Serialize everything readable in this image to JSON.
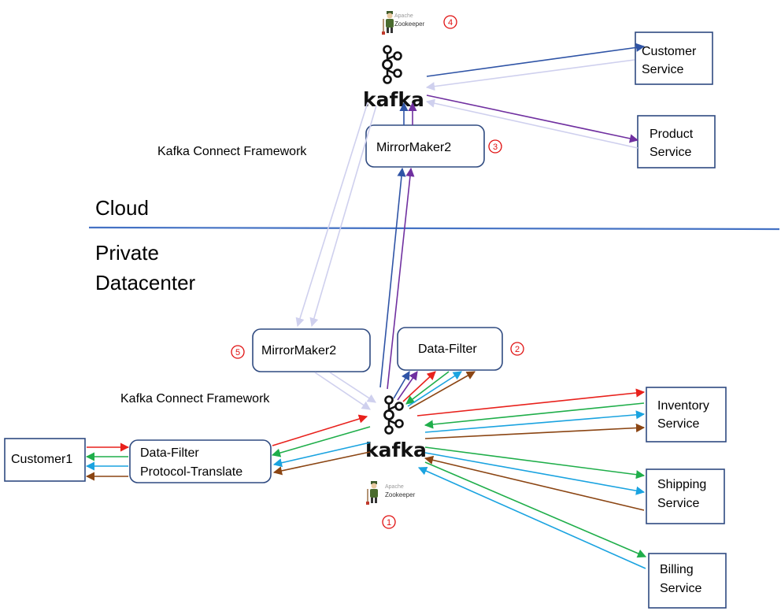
{
  "regions": {
    "cloud": "Cloud",
    "private_line1": "Private",
    "private_line2": "Datacenter"
  },
  "framework_labels": {
    "cloud": "Kafka Connect Framework",
    "private": "Kafka Connect Framework"
  },
  "kafka": {
    "cloud": "kafka",
    "private": "kafka"
  },
  "zookeeper": {
    "top": {
      "line1": "Apache",
      "line2": "Zookeeper"
    },
    "bottom": {
      "line1": "Apache",
      "line2": "Zookeeper"
    }
  },
  "boxes": {
    "mirrormaker_cloud": "MirrorMaker2",
    "mirrormaker_private": "MirrorMaker2",
    "data_filter_private": "Data-Filter",
    "gateway_line1": "Data-Filter",
    "gateway_line2": "Protocol-Translate",
    "customer1": "Customer1"
  },
  "services": {
    "customer": {
      "line1": "Customer",
      "line2": "Service"
    },
    "product": {
      "line1": "Product",
      "line2": "Service"
    },
    "inventory": {
      "line1": "Inventory",
      "line2": "Service"
    },
    "shipping": {
      "line1": "Shipping",
      "line2": "Service"
    },
    "billing": {
      "line1": "Billing",
      "line2": "Service"
    }
  },
  "markers": {
    "m1": "1",
    "m2": "2",
    "m3": "3",
    "m4": "4",
    "m5": "5"
  },
  "colors": {
    "red": "#e8211c",
    "green": "#1fae4a",
    "blue_light": "#1aa3e0",
    "brown": "#8b4513",
    "navy": "#2f54a6",
    "purple": "#7030a0",
    "lavender": "#cfd0ee",
    "divider": "#4472c4",
    "box_border": "#2f4a80"
  }
}
